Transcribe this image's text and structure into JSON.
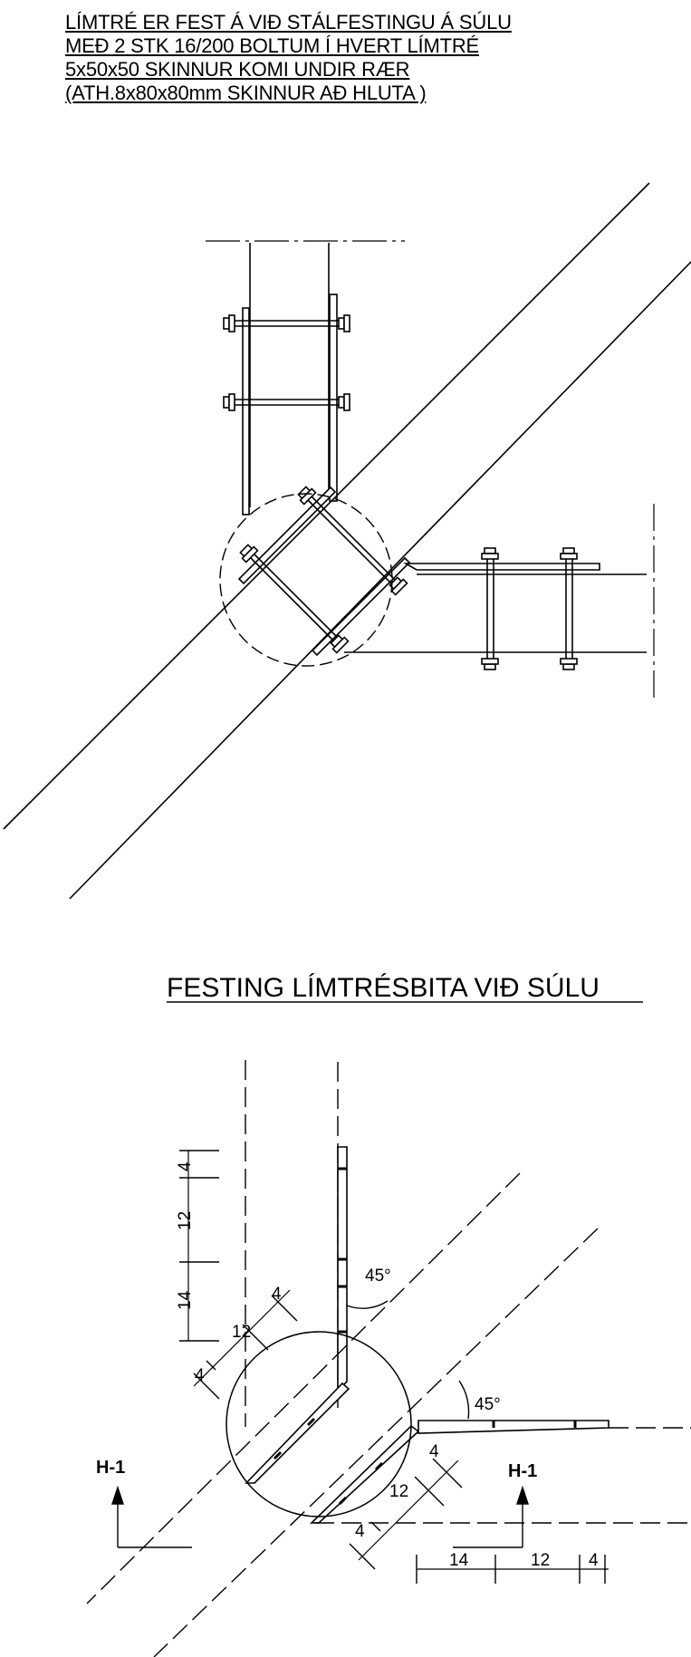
{
  "note_lines": [
    "LÍMTRÉ ER FEST Á VIÐ STÁLFESTINGU Á SÚLU",
    "MEÐ 2 STK 16/200 BOLTUM Í HVERT LÍMTRÉ",
    "5x50x50 SKINNUR KOMI UNDIR RÆR",
    "(ATH.8x80x80mm SKINNUR AÐ HLUTA )"
  ],
  "section_title": "FESTING  LÍMTRÉSBITA VIÐ SÚLU",
  "angle_labels": [
    "45°",
    "45°"
  ],
  "section_marks": [
    "H-1",
    "H-1"
  ],
  "dimensions": {
    "column_vertical": [
      "4",
      "12",
      "14"
    ],
    "diagonal_upper": [
      "4",
      "12",
      "4"
    ],
    "diagonal_lower": [
      "4",
      "12",
      "4"
    ],
    "beam_horizontal": [
      "14",
      "12",
      "4"
    ]
  },
  "colors": {
    "ink": "#000000",
    "background": "#ffffff"
  }
}
